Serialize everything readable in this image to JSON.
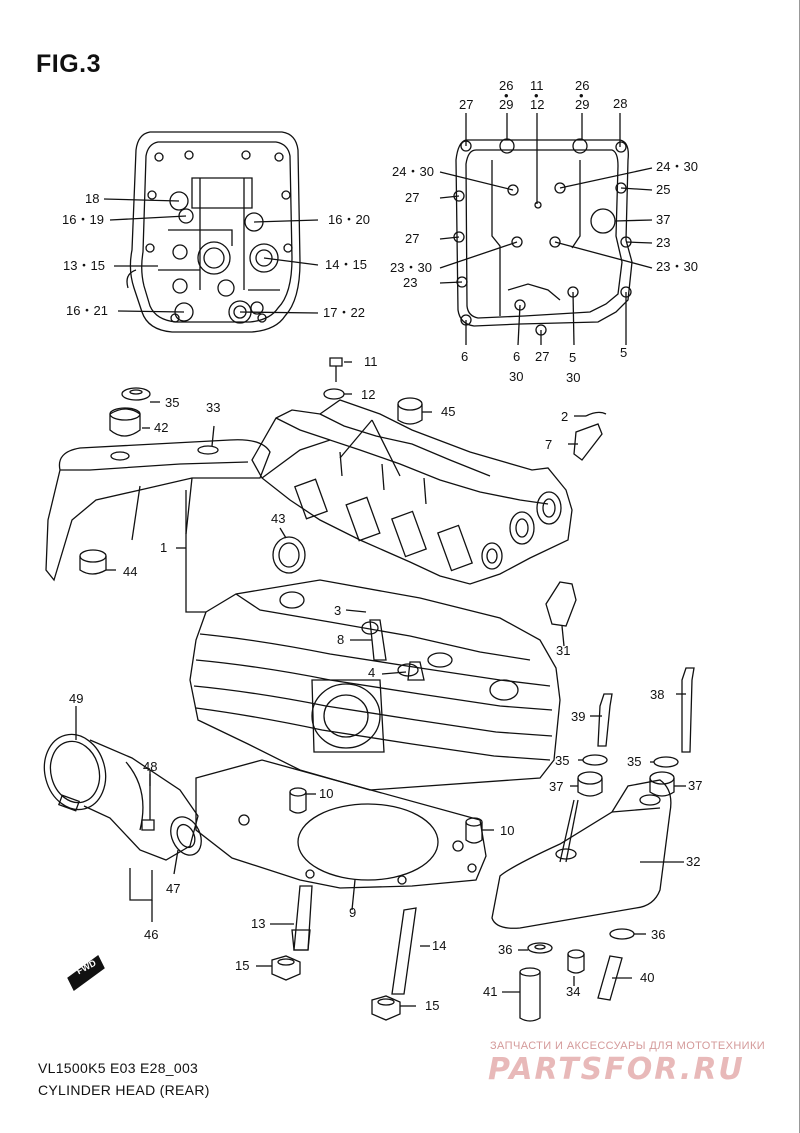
{
  "figure": {
    "title": "FIG.3",
    "fwd": "FWD"
  },
  "callouts": {
    "dot": "•",
    "c1": "1",
    "c2": "2",
    "c3": "3",
    "c4": "4",
    "c7": "7",
    "c8": "8",
    "c9": "9",
    "c10a": "10",
    "c10b": "10",
    "c11": "11",
    "c12": "12",
    "c13": "13",
    "c14": "14",
    "c15a": "15",
    "c15b": "15",
    "c18": "18",
    "c16_19": "16・19",
    "c16_20": "16・20",
    "c13_15": "13・15",
    "c14_15": "14・15",
    "c16_21": "16・21",
    "c17_22": "17・22",
    "c26a": "26",
    "c29a": "29",
    "c26b": "26",
    "c29b": "29",
    "c27a": "27",
    "c27b": "27",
    "c27c": "27",
    "c27d": "27",
    "c28": "28",
    "c24_30a": "24・30",
    "c24_30b": "24・30",
    "c25": "25",
    "c37a": "37",
    "c23a": "23",
    "c23b": "23",
    "c23_30a": "23・30",
    "c23_30b": "23・30",
    "c6a": "6",
    "c6b": "6",
    "c30a": "30",
    "c5a": "5",
    "c30b": "30",
    "c5b": "5",
    "c31": "31",
    "c32": "32",
    "c33": "33",
    "c34": "34",
    "c35a": "35",
    "c35b": "35",
    "c35c": "35",
    "c36a": "36",
    "c36b": "36",
    "c37b": "37",
    "c37c": "37",
    "c38": "38",
    "c39": "39",
    "c40": "40",
    "c41": "41",
    "c42": "42",
    "c43": "43",
    "c44": "44",
    "c45": "45",
    "c46": "46",
    "c47": "47",
    "c48": "48",
    "c49": "49"
  },
  "footer": {
    "model": "VL1500K5 E03 E28_003",
    "section": "CYLINDER HEAD (REAR)"
  },
  "watermark": {
    "tagline": "ЗАПЧАСТИ И АКСЕССУАРЫ ДЛЯ МОТОТЕХНИКИ",
    "brand": "PARTSFOR.RU"
  }
}
